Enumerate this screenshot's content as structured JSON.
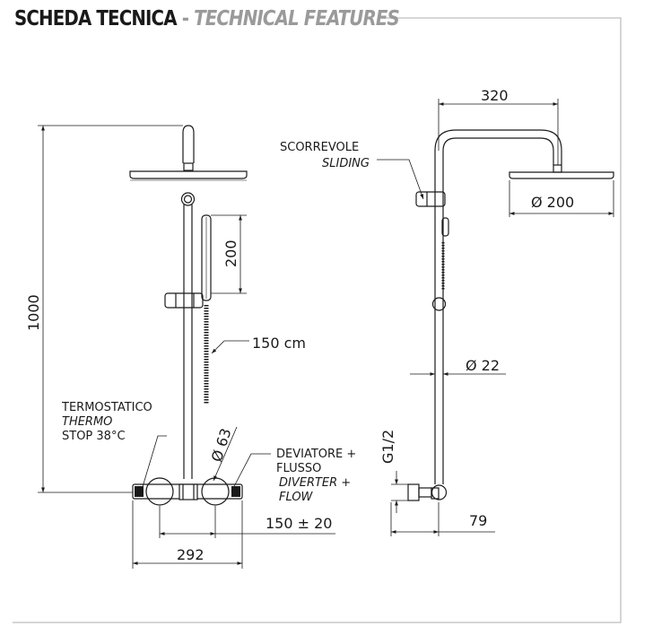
{
  "header": {
    "title": "SCHEDA TECNICA",
    "separator": "-",
    "subtitle": "TECHNICAL FEATURES"
  },
  "front_view": {
    "height_dim": "1000",
    "hand_shower_dim": "200",
    "hose_dim": "150 cm",
    "valve_diameter": "Ø 63",
    "center_distance": "150 ± 20",
    "total_width": "292",
    "thermostat_label": [
      "TERMOSTATICO",
      "THERMO",
      "STOP 38°C"
    ],
    "diverter_label": [
      "DEVIATORE +",
      "FLUSSO",
      "DIVERTER +",
      "FLOW"
    ]
  },
  "side_view": {
    "arm_length": "320",
    "head_diameter": "Ø 200",
    "pipe_diameter": "Ø 22",
    "connection": "G1/2",
    "wall_distance": "79",
    "sliding_label": [
      "SCORREVOLE",
      "SLIDING"
    ]
  },
  "colors": {
    "line": "#1a1a1a",
    "frame": "#c8c8c8",
    "accent_gray": "#9a9a9a"
  }
}
